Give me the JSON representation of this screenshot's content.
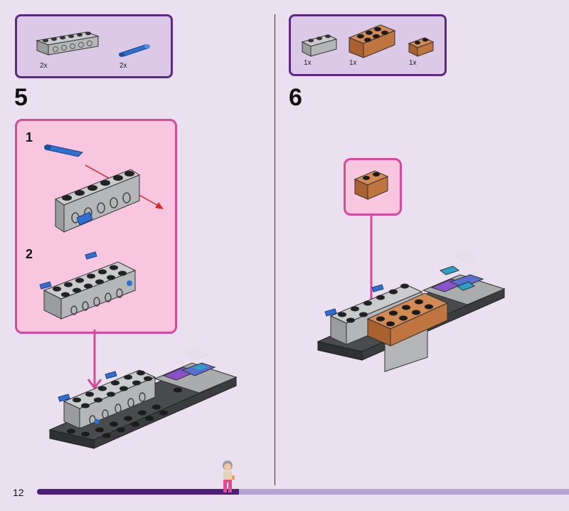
{
  "page_number": "12",
  "step5": {
    "number": "5",
    "parts": [
      {
        "qty": "2x",
        "name": "gray-technic-brick-1x6"
      },
      {
        "qty": "2x",
        "name": "blue-technic-pin"
      }
    ],
    "substeps": [
      "1",
      "2"
    ]
  },
  "step6": {
    "number": "6",
    "parts": [
      {
        "qty": "1x",
        "name": "gray-brick-1x3"
      },
      {
        "qty": "1x",
        "name": "orange-brick-2x4"
      },
      {
        "qty": "1x",
        "name": "orange-brick-1x2"
      }
    ]
  },
  "colors": {
    "page_bg": "#ebe0ef",
    "parts_box_bg": "#dcc9e8",
    "parts_box_border": "#5c2a86",
    "callout_bg": "#f9c6e0",
    "callout_border": "#d7499a",
    "progress_fill": "#4b1e7a",
    "progress_track": "#b9a3d3",
    "arrow_red": "#d62a2a"
  },
  "progress": 0.38
}
